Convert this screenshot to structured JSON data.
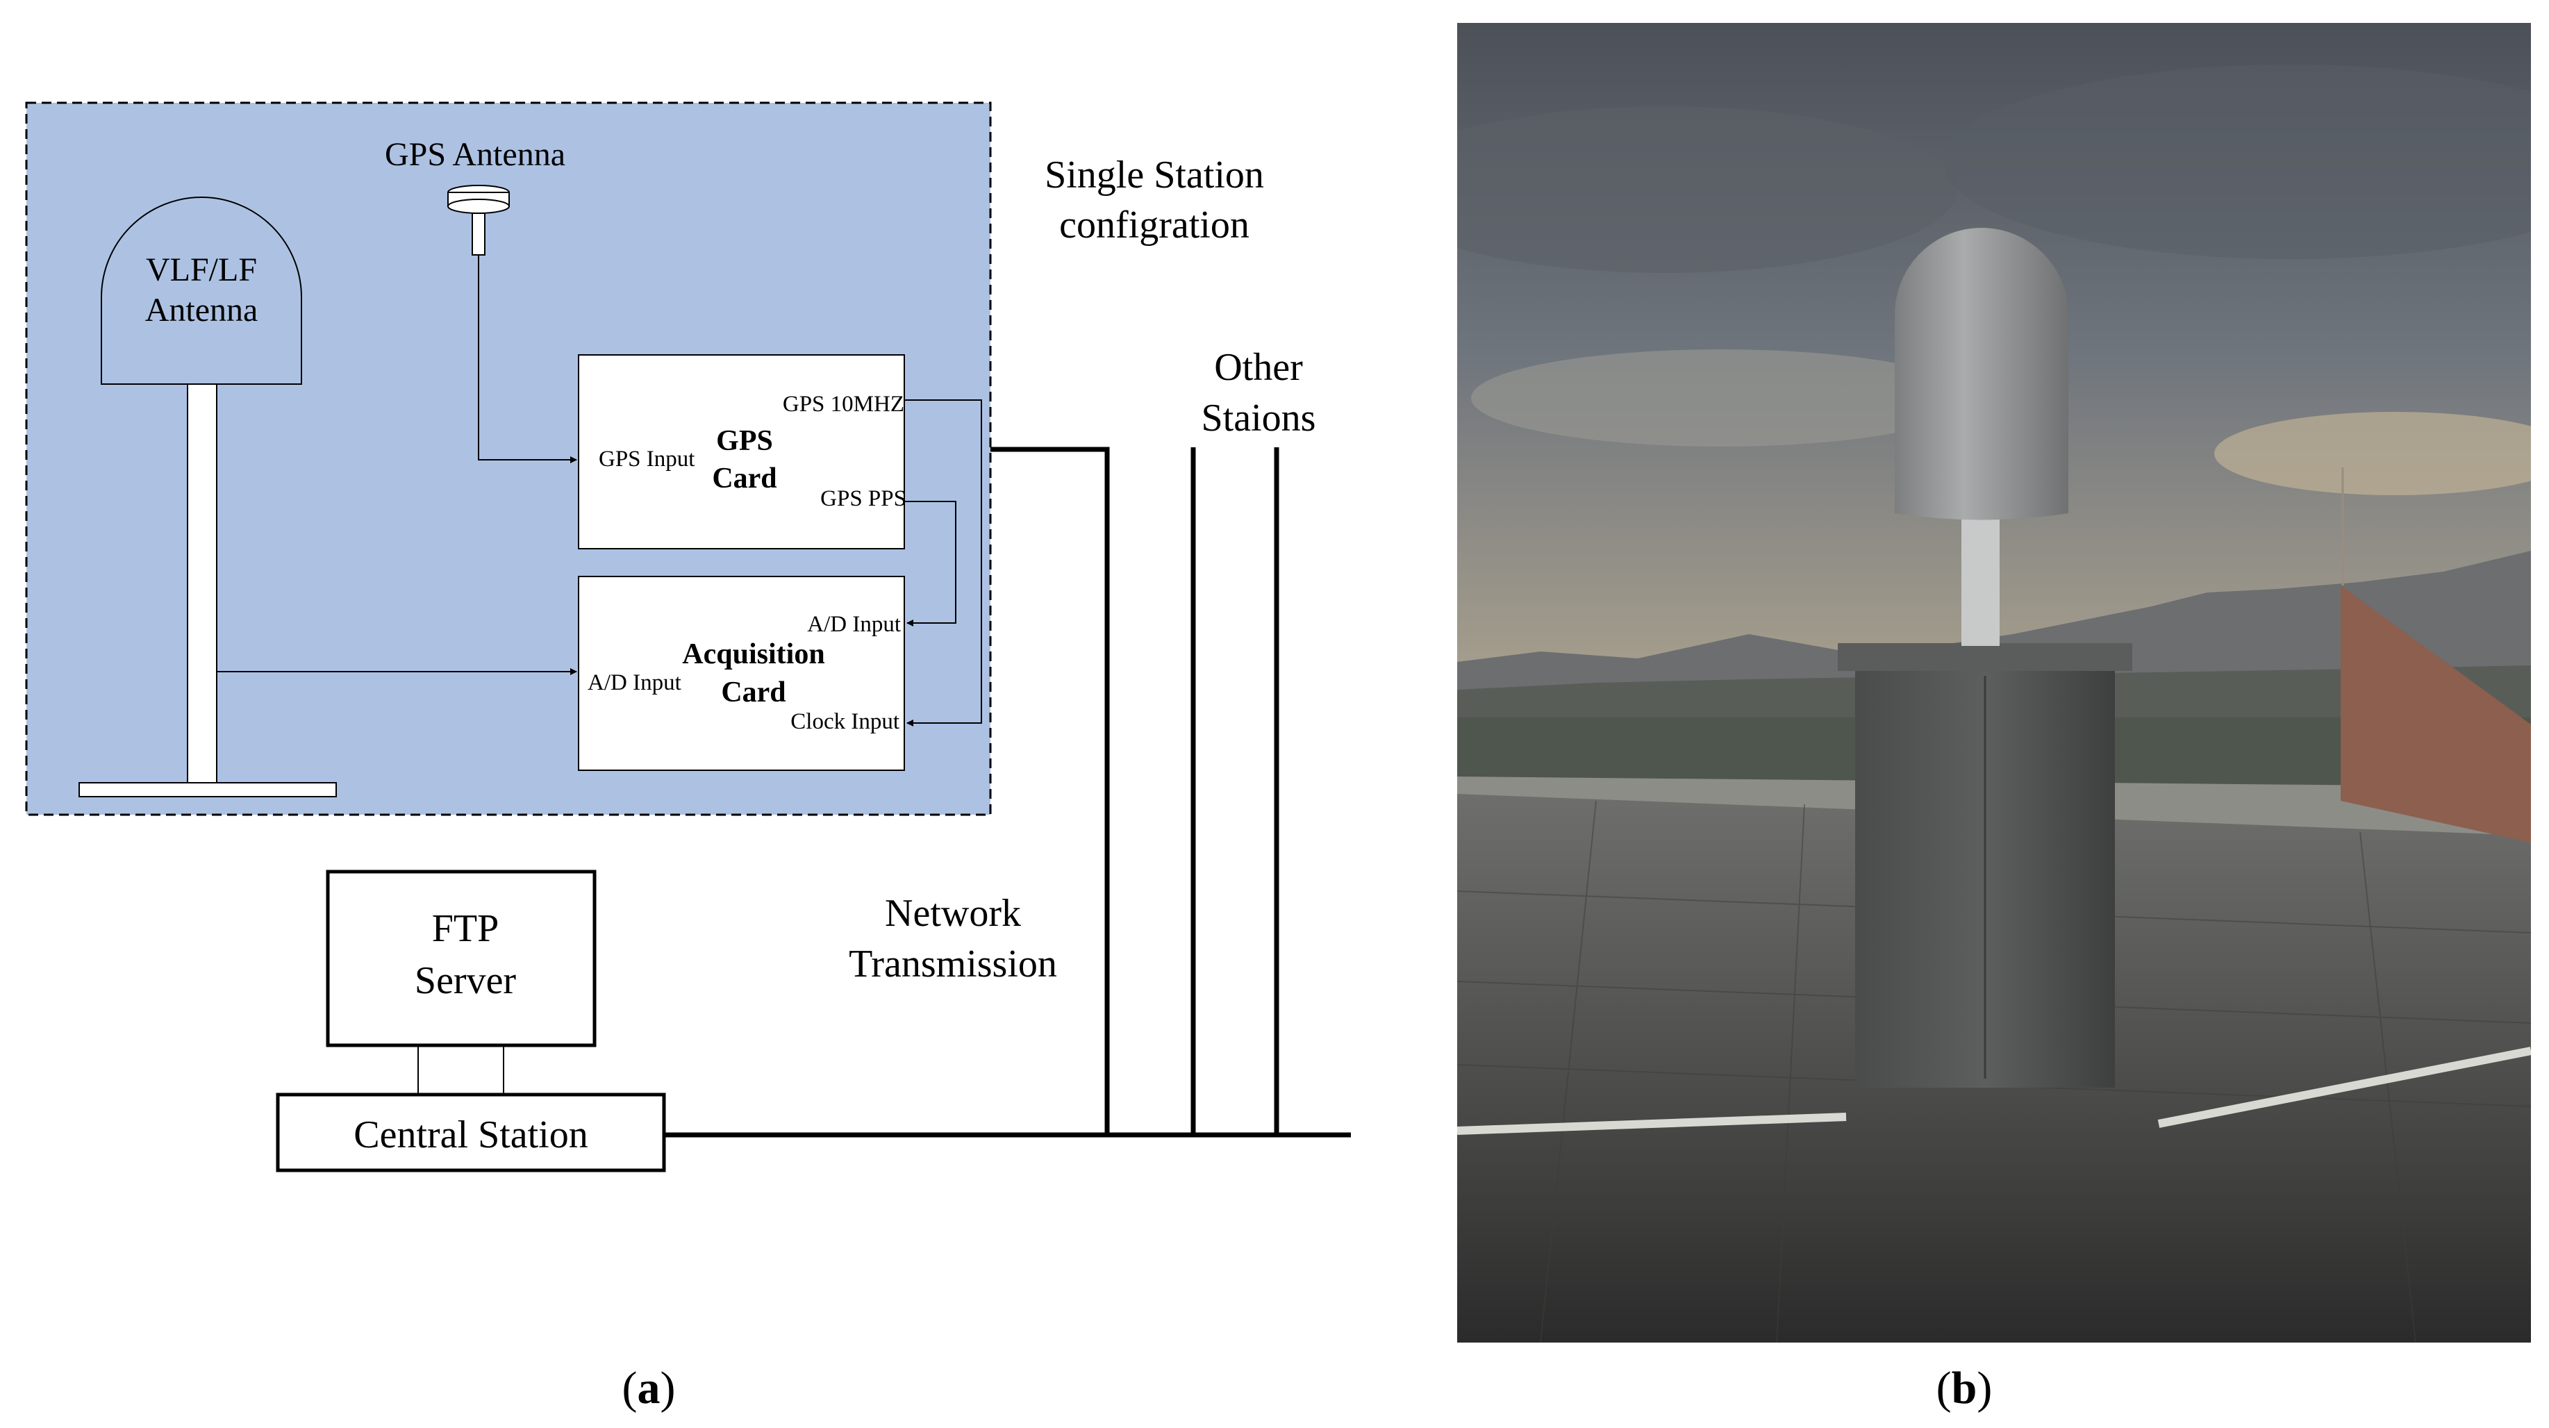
{
  "panel_a": {
    "caption_paren_open": "(",
    "caption_letter": "a",
    "caption_paren_close": ")",
    "single_station_line1": "Single Station",
    "single_station_line2": "configration",
    "gps_antenna_label": "GPS Antenna",
    "vlf_antenna_line1": "VLF/LF",
    "vlf_antenna_line2": "Antenna",
    "gps_card": {
      "title_line1": "GPS",
      "title_line2": "Card",
      "input_label": "GPS Input",
      "out_10mhz": "GPS 10MHZ",
      "out_pps": "GPS PPS"
    },
    "acq_card": {
      "title_line1": "Acquisition",
      "title_line2": "Card",
      "input_left": "A/D Input",
      "input_right": "A/D Input",
      "clock_input": "Clock Input"
    },
    "other_stations_line1": "Other",
    "other_stations_line2": "Staions",
    "network_line1": "Network",
    "network_line2": "Transmission",
    "ftp_line1": "FTP",
    "ftp_line2": "Server",
    "central_station": "Central Station",
    "colors": {
      "station_fill": "#adc2e3",
      "line": "#000000"
    }
  },
  "panel_b": {
    "caption_paren_open": "(",
    "caption_letter": "b",
    "caption_paren_close": ")"
  }
}
